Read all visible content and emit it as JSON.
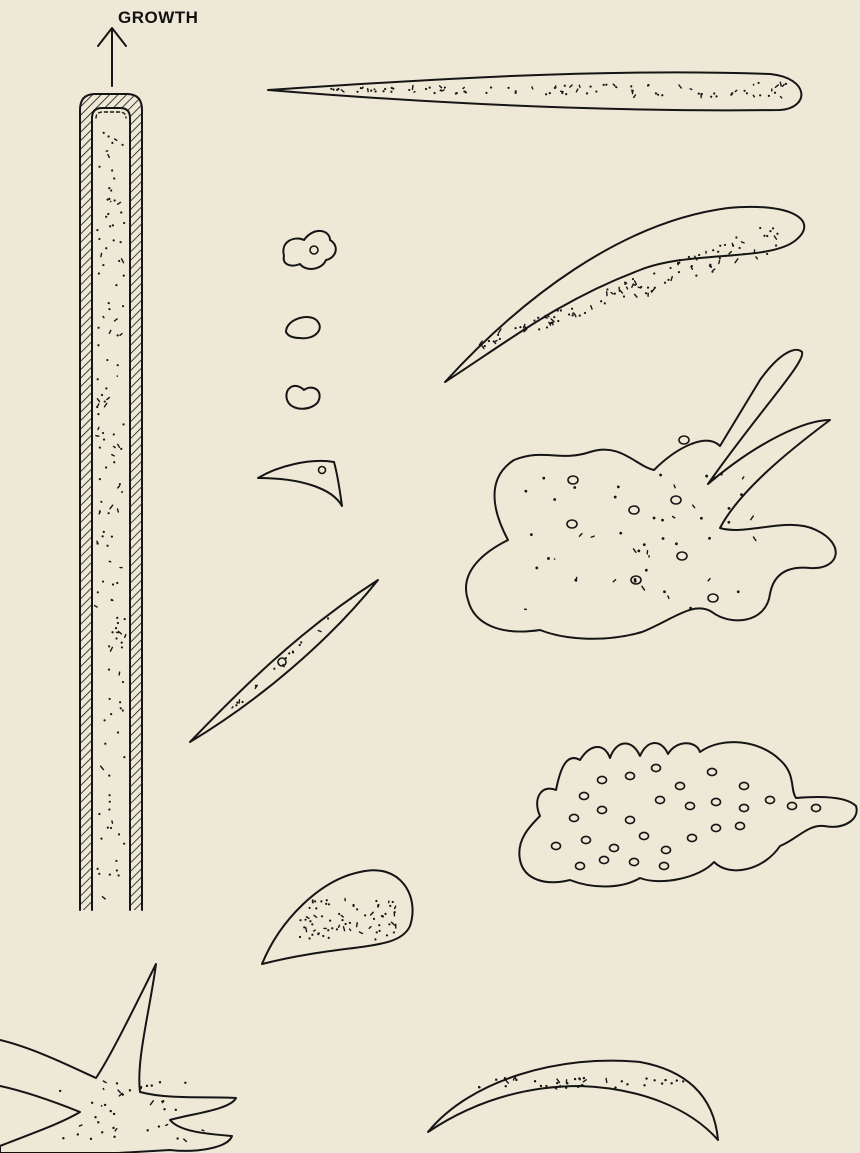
{
  "figure": {
    "growth_label": "GROWTH",
    "colors": {
      "background": "#ede9d6",
      "ink": "#151515"
    },
    "shapes": [
      "hyphal-tip",
      "spindle-cell-top",
      "comma-cell",
      "small-cell-irregular",
      "small-cell-comma",
      "small-cell-kidney",
      "crescent-small",
      "needle-cell",
      "amoeboid-cell-large",
      "amoeboid-cell-lobed",
      "teardrop-cell",
      "stellate-cell",
      "crescent-cell-bottom"
    ]
  }
}
